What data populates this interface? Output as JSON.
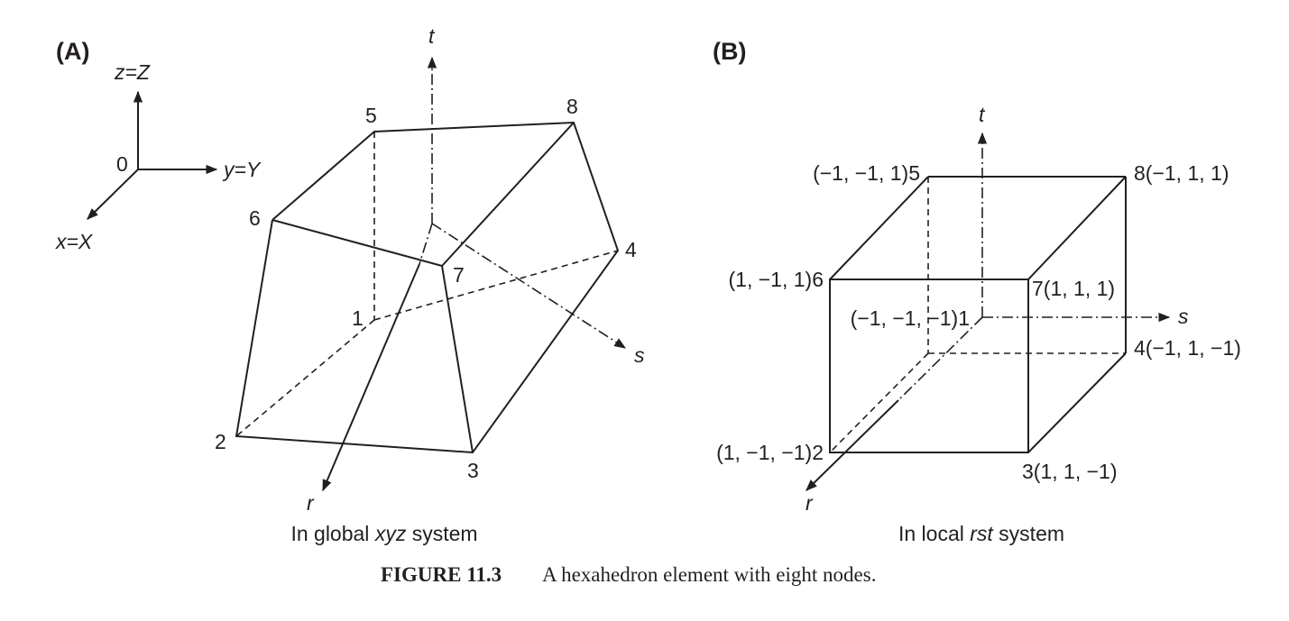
{
  "panel_a": {
    "label": "(A)",
    "global_axes": {
      "z": "z=Z",
      "y": "y=Y",
      "x": "x=X",
      "origin": "0"
    },
    "nodes": [
      "1",
      "2",
      "3",
      "4",
      "5",
      "6",
      "7",
      "8"
    ],
    "axes": {
      "t": "t",
      "s": "s",
      "r": "r"
    },
    "caption_pre": "In global ",
    "caption_em": "xyz",
    "caption_post": " system"
  },
  "panel_b": {
    "label": "(B)",
    "nodes": {
      "n5": "(−1, −1, 1)5",
      "n8": "8(−1, 1, 1)",
      "n6": "(1, −1, 1)6",
      "n7": "7(1, 1, 1)",
      "n1": "(−1, −1, −1)1",
      "n4": "4(−1, 1, −1)",
      "n2": "(1, −1, −1)2",
      "n3": "3(1, 1, −1)"
    },
    "axes": {
      "t": "t",
      "s": "s",
      "r": "r"
    },
    "caption_pre": "In local ",
    "caption_em": "rst",
    "caption_post": " system"
  },
  "figure_caption": {
    "number": "FIGURE 11.3",
    "text": "A hexahedron element with eight nodes."
  },
  "colors": {
    "ink": "#231f20",
    "background": "#ffffff"
  }
}
